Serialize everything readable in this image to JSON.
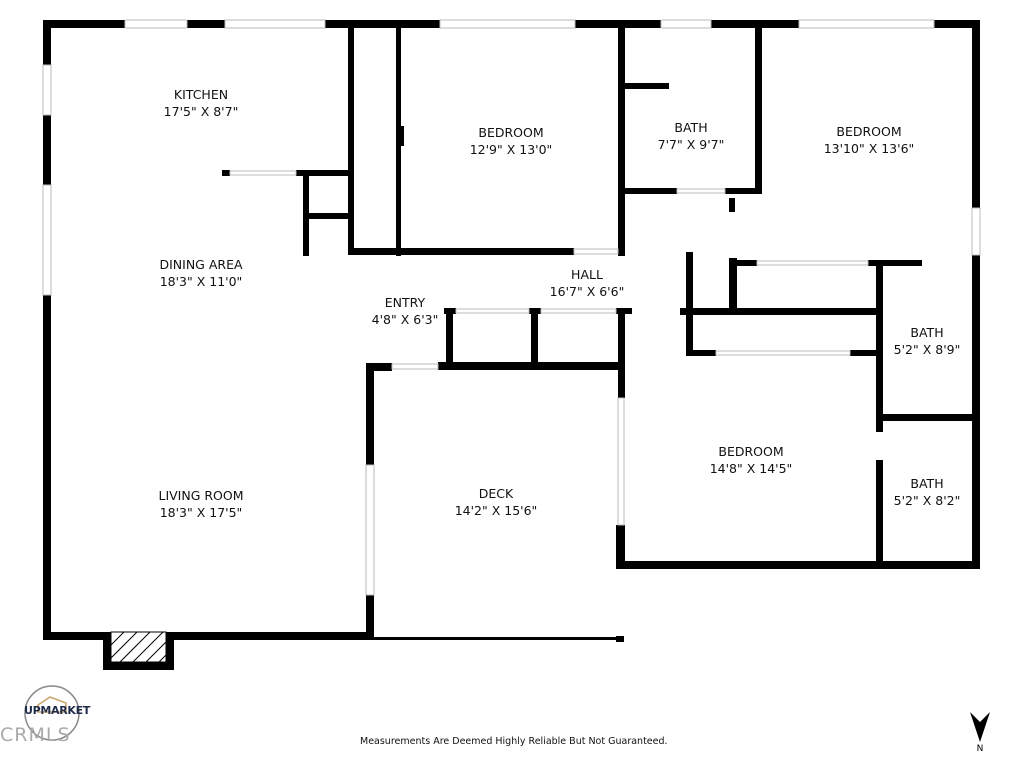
{
  "rooms": [
    {
      "name": "KITCHEN",
      "size": "17'5\" X 8'7\""
    },
    {
      "name": "BEDROOM",
      "size": "12'9\" X 13'0\""
    },
    {
      "name": "BATH",
      "size": "7'7\" X 9'7\""
    },
    {
      "name": "BEDROOM",
      "size": "13'10\" X 13'6\""
    },
    {
      "name": "DINING AREA",
      "size": "18'3\" X 11'0\""
    },
    {
      "name": "HALL",
      "size": "16'7\" X 6'6\""
    },
    {
      "name": "ENTRY",
      "size": "4'8\" X 6'3\""
    },
    {
      "name": "BATH",
      "size": "5'2\" X 8'9\""
    },
    {
      "name": "BEDROOM",
      "size": "14'8\" X 14'5\""
    },
    {
      "name": "LIVING ROOM",
      "size": "18'3\" X 17'5\""
    },
    {
      "name": "DECK",
      "size": "14'2\" X 15'6\""
    },
    {
      "name": "BATH",
      "size": "5'2\" X 8'2\""
    }
  ],
  "disclaimer": "Measurements Are Deemed Highly Reliable But Not Guaranteed.",
  "compass": {
    "label": "N",
    "icon": "north-arrow-icon"
  },
  "logo": {
    "text": "UPMARKET",
    "watermark": "CRMLS"
  },
  "colors": {
    "wall": "#000000",
    "window": "#cccccc"
  }
}
